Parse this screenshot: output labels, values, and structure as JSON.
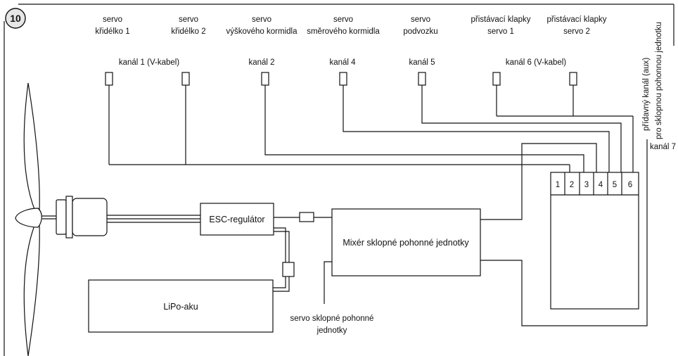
{
  "figure_number": "10",
  "servos": [
    {
      "line1": "servo",
      "line2": "křidélko 1"
    },
    {
      "line1": "servo",
      "line2": "křidélko 2"
    },
    {
      "line1": "servo",
      "line2": "výškového kormidla"
    },
    {
      "line1": "servo",
      "line2": "směrového kormidla"
    },
    {
      "line1": "servo",
      "line2": "podvozku"
    },
    {
      "line1": "přistávací klapky",
      "line2": "servo 1"
    },
    {
      "line1": "přistávací klapky",
      "line2": "servo 2"
    }
  ],
  "aux": {
    "line1": "přídavný kanál (aux)",
    "line2": "pro sklopnou pohonnou jednotku"
  },
  "channels": [
    "kanál 1 (V-kabel)",
    "kanál 2",
    "kanál 4",
    "kanál 5",
    "kanál 6 (V-kabel)"
  ],
  "channel7": "kanál 7",
  "receiver_slots": [
    "1",
    "2",
    "3",
    "4",
    "5",
    "6"
  ],
  "esc": "ESC-regulátor",
  "mixer": "Mixér sklopné pohonné jednotky",
  "battery": "LiPo-aku",
  "tilt_servo": {
    "line1": "servo sklopné pohonné",
    "line2": "jednotky"
  }
}
